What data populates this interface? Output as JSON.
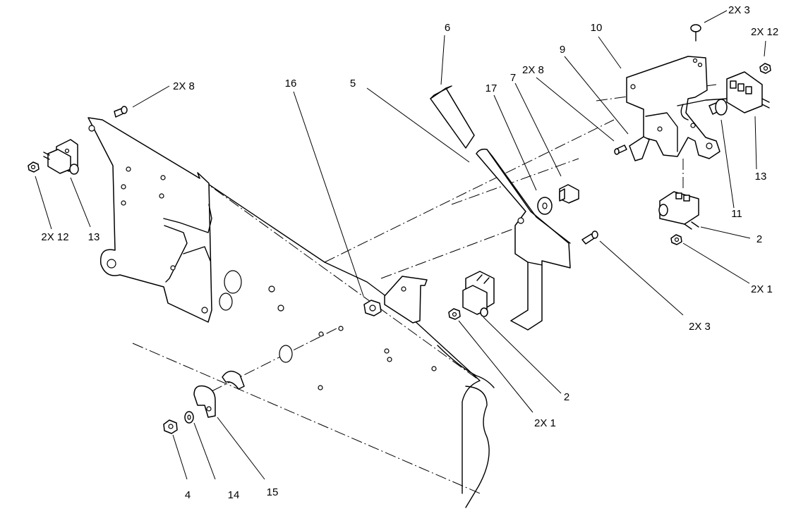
{
  "callouts": [
    {
      "id": "c-6",
      "text": "6"
    },
    {
      "id": "c-10",
      "text": "10"
    },
    {
      "id": "c-2x3-top",
      "text": "2X 3"
    },
    {
      "id": "c-2x12-top",
      "text": "2X 12"
    },
    {
      "id": "c-9",
      "text": "9"
    },
    {
      "id": "c-2x8-mid",
      "text": "2X 8"
    },
    {
      "id": "c-7",
      "text": "7"
    },
    {
      "id": "c-17",
      "text": "17"
    },
    {
      "id": "c-5",
      "text": "5"
    },
    {
      "id": "c-16",
      "text": "16"
    },
    {
      "id": "c-2x8-left",
      "text": "2X 8"
    },
    {
      "id": "c-2x12-left",
      "text": "2X 12"
    },
    {
      "id": "c-13-left",
      "text": "13"
    },
    {
      "id": "c-13-right",
      "text": "13"
    },
    {
      "id": "c-11",
      "text": "11"
    },
    {
      "id": "c-2-right",
      "text": "2"
    },
    {
      "id": "c-2x1-right",
      "text": "2X 1"
    },
    {
      "id": "c-2x3-right",
      "text": "2X 3"
    },
    {
      "id": "c-2-center",
      "text": "2"
    },
    {
      "id": "c-2x1-center",
      "text": "2X 1"
    },
    {
      "id": "c-4",
      "text": "4"
    },
    {
      "id": "c-14",
      "text": "14"
    },
    {
      "id": "c-15",
      "text": "15"
    }
  ]
}
